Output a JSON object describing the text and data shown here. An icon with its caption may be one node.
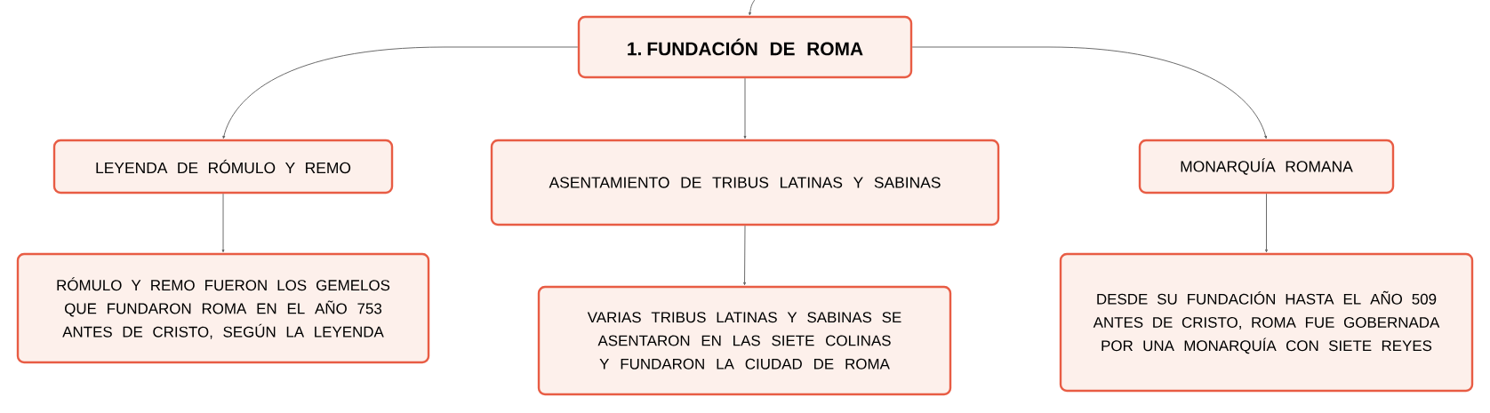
{
  "diagram": {
    "nodes": [
      {
        "text": [
          "1. FUNDACIÓN DE ROMA"
        ]
      },
      {
        "text": [
          "LEYENDA DE RÓMULO Y REMO"
        ]
      },
      {
        "text": [
          "ASENTAMIENTO DE TRIBUS LATINAS Y SABINAS"
        ]
      },
      {
        "text": [
          "MONARQUÍA ROMANA"
        ]
      },
      {
        "text": [
          "RÓMULO Y REMO FUERON LOS GEMELOS QUE FUNDARON ROMA EN EL AÑO 753 ANTES DE CRISTO, SEGÚN LA LEYENDA"
        ]
      },
      {
        "text": [
          "VARIAS TRIBUS LATINAS Y SABINAS SE ASENTARON EN LAS SIETE COLINAS Y FUNDARON LA CIUDAD DE ROMA"
        ]
      },
      {
        "text": [
          "DESDE SU FUNDACIÓN HASTA EL AÑO 509 ANTES DE CRISTO, ROMA FUE GOBERNADA POR UNA MONARQUÍA CON SIETE REYES"
        ]
      }
    ],
    "edges": [
      {
        "from": null,
        "to": 0,
        "arrow": "to"
      },
      {
        "from": 0,
        "to": 1,
        "arrow": "to"
      },
      {
        "from": 0,
        "to": 2,
        "arrow": "to"
      },
      {
        "from": 0,
        "to": 3,
        "arrow": "to"
      },
      {
        "from": 1,
        "to": 4,
        "arrow": "to"
      },
      {
        "from": 2,
        "to": 5,
        "arrow": "to"
      },
      {
        "from": 3,
        "to": 6,
        "arrow": "to"
      }
    ]
  }
}
